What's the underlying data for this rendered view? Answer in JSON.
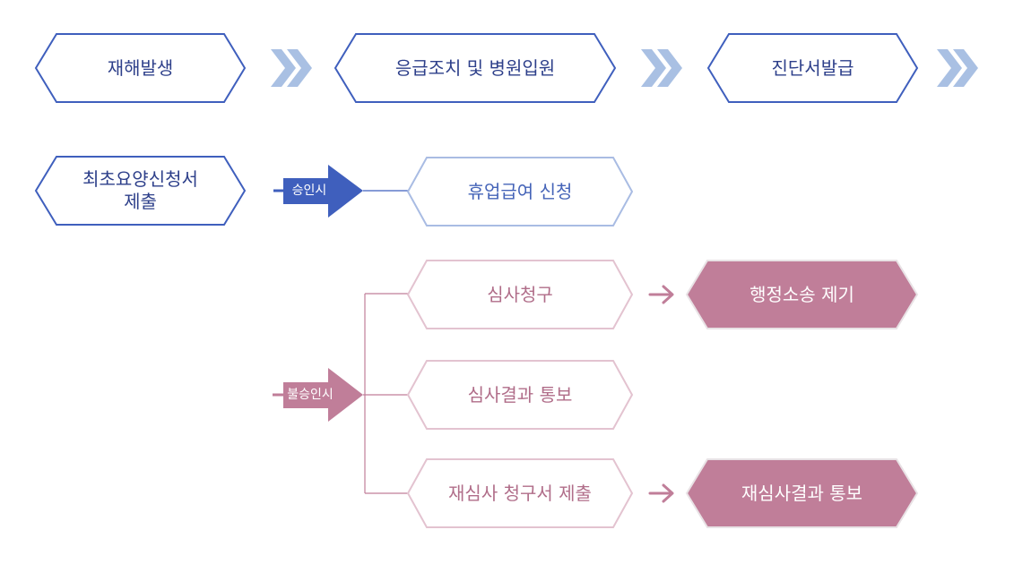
{
  "colors": {
    "blue": "#3f5fbd",
    "blue_light": "#a9bce3",
    "chevron": "#a9c0e3",
    "pink": "#c07e99",
    "pink_light": "#e3c3d0",
    "pink_fill": "#c07e99",
    "text_blue": "#2d3f8a",
    "text_pink": "#b06d89",
    "text_light_blue": "#4564b8"
  },
  "top_flow": {
    "steps": [
      "재해발생",
      "응급조치 및 병원입원",
      "진단서발급"
    ]
  },
  "claim": {
    "label": "최초요양신청서\n제출"
  },
  "approved": {
    "tag": "승인시",
    "result": "휴업급여 신청"
  },
  "rejected": {
    "tag": "불승인시",
    "steps": [
      {
        "label": "심사청구",
        "next": "행정소송 제기"
      },
      {
        "label": "심사결과 통보",
        "next": ""
      },
      {
        "label": "재심사 청구서 제출",
        "next": "재심사결과 통보"
      }
    ]
  }
}
